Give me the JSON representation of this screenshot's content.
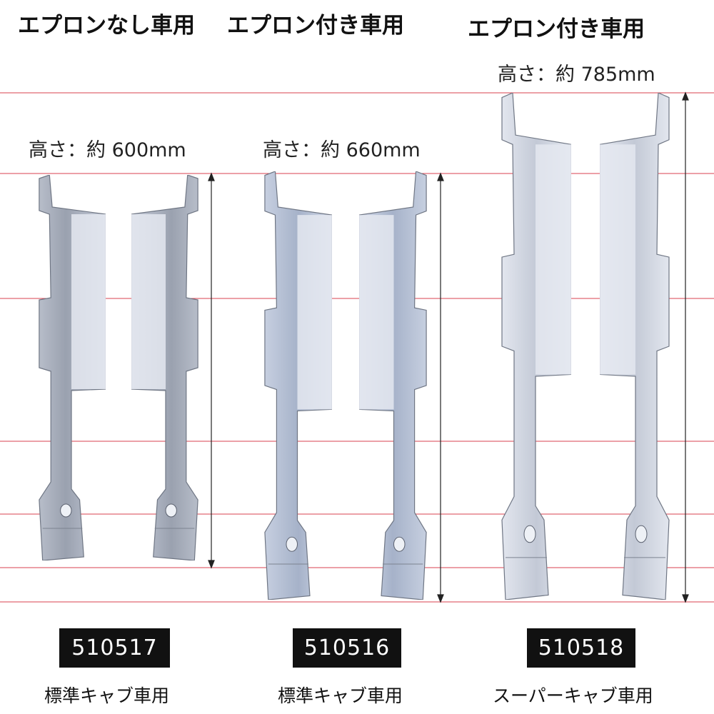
{
  "products": [
    {
      "heading": "エプロンなし車用",
      "height_label": "高さ：約 600mm",
      "code": "510517",
      "caption": "標準キャブ車用"
    },
    {
      "heading": "エプロン付き車用",
      "height_label": "高さ：約 660mm",
      "code": "510516",
      "caption": "標準キャブ車用"
    },
    {
      "heading": "エプロン付き車用",
      "height_label": "高さ：約 785mm",
      "code": "510518",
      "caption": "スーパーキャブ車用"
    }
  ],
  "colors": {
    "guide_line": "#d9414f",
    "code_bg": "#111111",
    "part_dark": "#8d93a0",
    "part_light": "#dfe4ee"
  }
}
